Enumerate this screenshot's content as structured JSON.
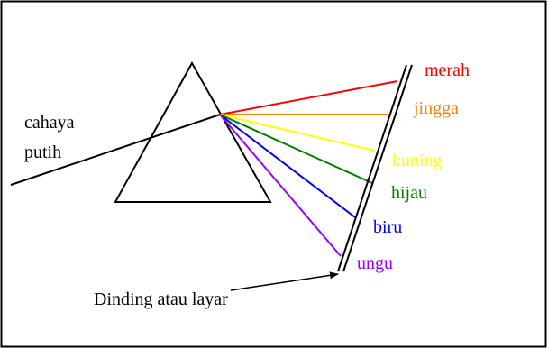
{
  "diagram": {
    "labels": {
      "incoming_light": [
        "cahaya",
        "putih"
      ],
      "screen": "Dinding atau layar"
    },
    "spectrum": [
      {
        "name": "merah",
        "color": "#ff0000"
      },
      {
        "name": "jingga",
        "color": "#ff7f00"
      },
      {
        "name": "kuning",
        "color": "#ffff00"
      },
      {
        "name": "hijau",
        "color": "#008000"
      },
      {
        "name": "biru",
        "color": "#0000ff"
      },
      {
        "name": "ungu",
        "color": "#9900ff"
      }
    ]
  }
}
